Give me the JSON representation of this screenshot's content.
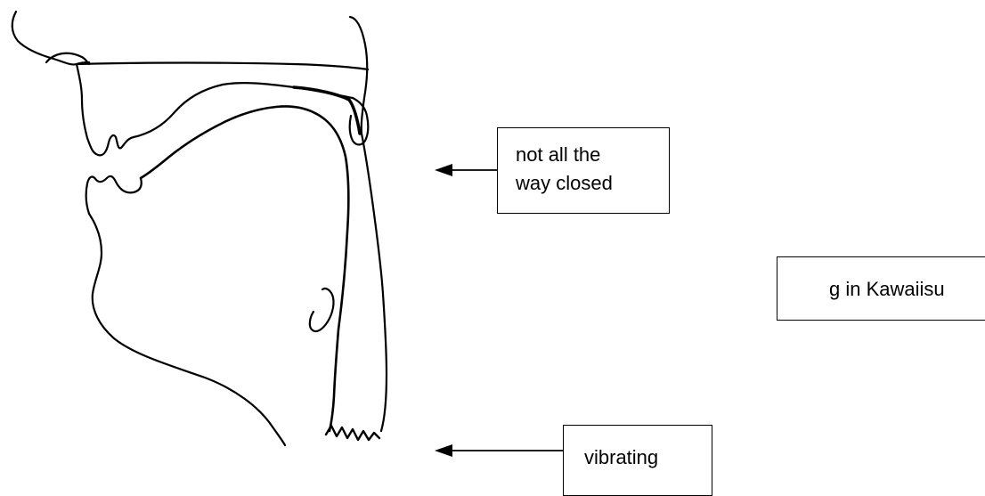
{
  "labels": {
    "closure": [
      "not all the",
      "way closed"
    ],
    "sound": "g in Kawaiisu",
    "voicing": "vibrating"
  },
  "colors": {
    "ink": "#000000",
    "background": "#ffffff"
  }
}
